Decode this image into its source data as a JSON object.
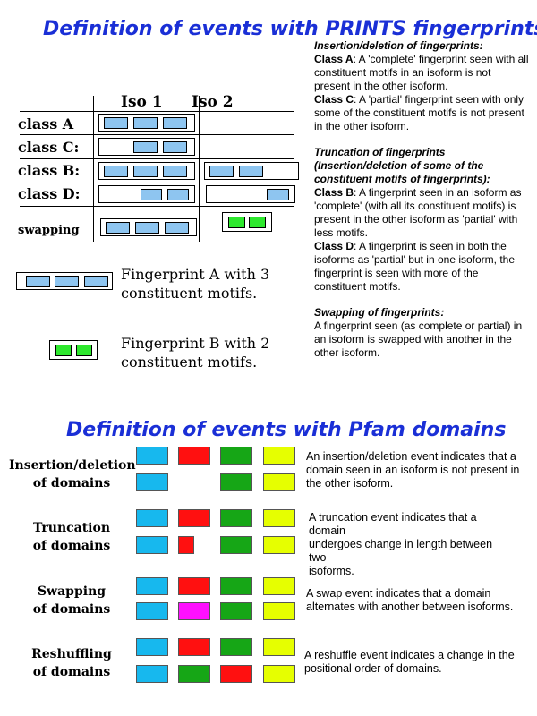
{
  "prints": {
    "title": "Definition of events with PRINTS fingerprints",
    "col_headers": [
      "Iso 1",
      "Iso 2"
    ],
    "rows": [
      {
        "label": "class A",
        "iso1": 3,
        "iso2": 0
      },
      {
        "label": "class C:",
        "iso1": 2,
        "iso2": 0
      },
      {
        "label": "class B:",
        "iso1": 3,
        "iso2": 2
      },
      {
        "label": "class D:",
        "iso1": 2,
        "iso2": 1
      },
      {
        "label": "swapping",
        "iso1": 3,
        "iso2": 2
      }
    ],
    "legend": [
      {
        "text_line1": "Fingerprint A with 3",
        "text_line2": "constituent motifs."
      },
      {
        "text_line1": "Fingerprint B with 2",
        "text_line2": "constituent motifs."
      }
    ],
    "desc": {
      "insdel_title": "Insertion/deletion of fingerprints:",
      "classA_label": "Class A",
      "classA_text": ": A 'complete' fingerprint seen with all constituent motifs in an isoform is not present in the other isoform.",
      "classC_label": "Class C",
      "classC_text": ": A 'partial' fingerprint seen with only some of the constituent motifs is not present in the other isoform.",
      "trunc_title": "Truncation of fingerprints (Insertion/deletion of some of the constituent motifs of fingerprints):",
      "classB_label": "Class B",
      "classB_text": ": A fingerprint seen in an isoform as 'complete' (with all its constituent motifs) is present in the other isoform as 'partial' with less motifs.",
      "classD_label": "Class D",
      "classD_text": ": A fingerprint is seen in both the isoforms as 'partial' but in one isoform, the fingerprint is seen with more of the constituent motifs.",
      "swap_title": "Swapping of fingerprints:",
      "swap_text": "A fingerprint seen (as complete or partial) in an isoform is swapped with another in the other  isoform."
    }
  },
  "pfam": {
    "title": "Definition of events with Pfam domains",
    "events": [
      {
        "label1": "Insertion/deletion",
        "label2": "of domains",
        "desc": "An insertion/deletion event indicates that a domain seen in an isoform is not present in the other isoform."
      },
      {
        "label1": "Truncation",
        "label2": "of domains",
        "desc_lines": [
          "A truncation event indicates that a",
          "domain",
          "undergoes change in length between",
          "two",
          "isoforms."
        ]
      },
      {
        "label1": "Swapping",
        "label2": "of domains",
        "desc": "A swap event indicates that a domain alternates with another between isoforms."
      },
      {
        "label1": "Reshuffling",
        "label2": "of domains",
        "desc": "A reshuffle event indicates a change in the positional order of  domains."
      }
    ]
  },
  "colors": {
    "title_blue": "#1a2fd6",
    "motif_blue": "#8ec5f0",
    "motif_green": "#2ee82e",
    "dom_cyan": "#17b8ee",
    "dom_red": "#ff1010",
    "dom_green": "#16a616",
    "dom_yellow": "#e6ff00",
    "dom_magenta": "#ff10ff"
  }
}
